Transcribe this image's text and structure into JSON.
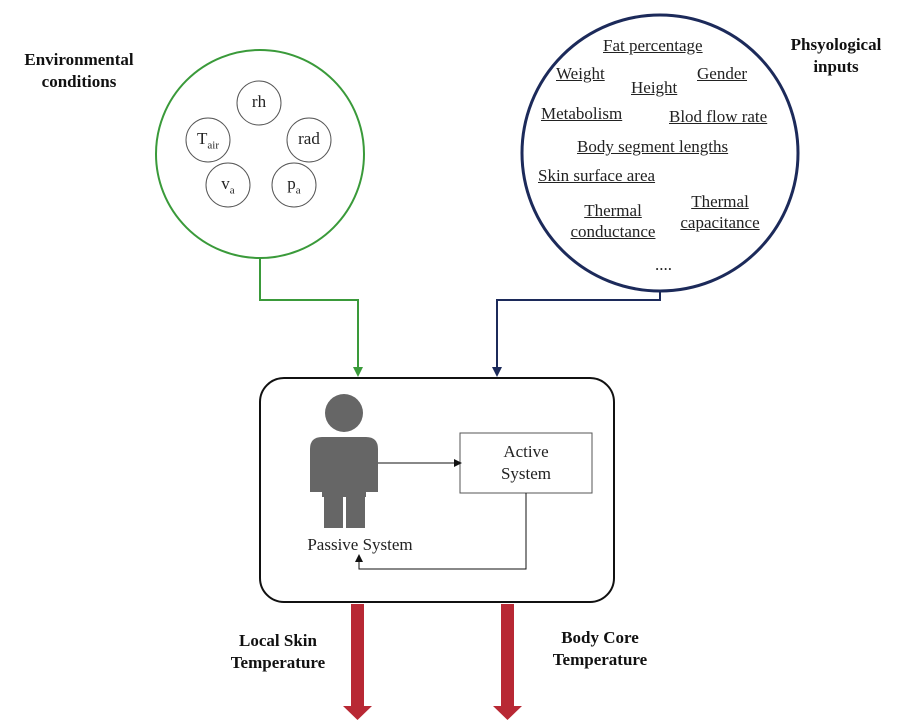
{
  "labels": {
    "environmental": "Environmental\nconditions",
    "physiological": "Phsyological\ninputs",
    "local_skin": "Local Skin\nTemperature",
    "body_core": "Body Core\nTemperature"
  },
  "env_vars": {
    "rh": "rh",
    "tair": {
      "base": "T",
      "sub": "air"
    },
    "rad": "rad",
    "va": {
      "base": "v",
      "sub": "a"
    },
    "pa": {
      "base": "p",
      "sub": "a"
    }
  },
  "phys_inputs": {
    "fat": "Fat percentage",
    "weight": "Weight",
    "height": "Height",
    "gender": "Gender",
    "metabolism": "Metabolism",
    "blood_flow": "Blod flow rate",
    "segment_lengths": "Body segment lengths",
    "skin_area": "Skin surface area",
    "thermal_conductance": "Thermal\nconductance",
    "thermal_capacitance": "Thermal\ncapacitance",
    "more": "...."
  },
  "system": {
    "passive": "Passive System",
    "active": "Active\nSystem"
  },
  "colors": {
    "env_green": "#3a9a3a",
    "phys_navy": "#1c2a5a",
    "output_red": "#b82834",
    "person_gray": "#666666"
  }
}
